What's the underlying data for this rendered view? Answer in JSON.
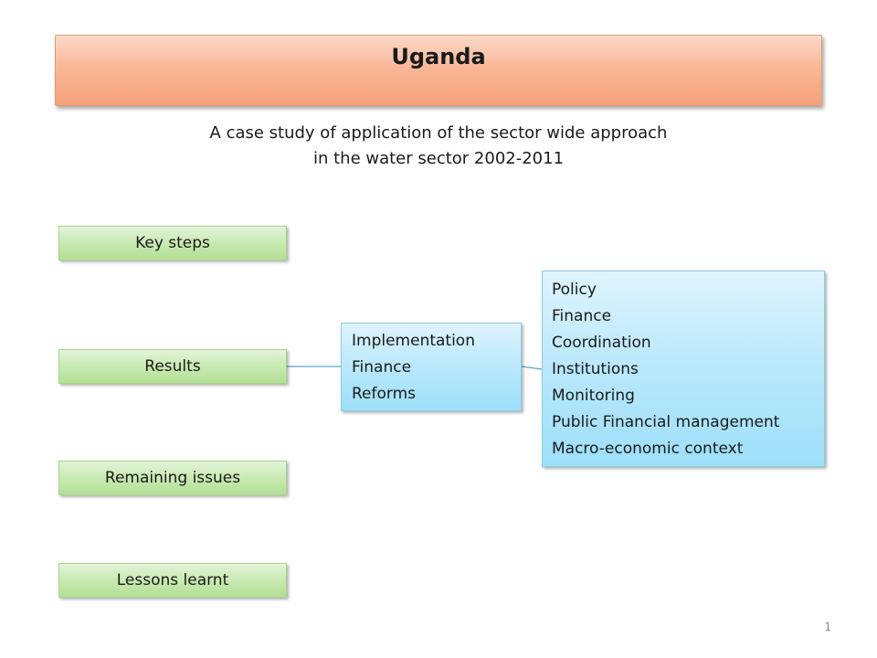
{
  "title": "Uganda",
  "subtitle": {
    "line1": "A case study of application of the sector wide approach",
    "line2": "in the water sector 2002-2011"
  },
  "left_items": {
    "key_steps": "Key steps",
    "results": "Results",
    "remaining_issues": "Remaining issues",
    "lessons_learnt": "Lessons learnt"
  },
  "mid_box": {
    "items": [
      "Implementation",
      "Finance",
      "Reforms"
    ]
  },
  "right_box": {
    "items": [
      "Policy",
      "Finance",
      "Coordination",
      "Institutions",
      "Monitoring",
      "Public Financial management",
      "Macro-economic context"
    ]
  },
  "page_number": "1",
  "colors": {
    "title_fill": "#f8b898",
    "green_fill": "#c9eab3",
    "blue_fill": "#b9e8fb",
    "connector": "#5aa6c0"
  }
}
